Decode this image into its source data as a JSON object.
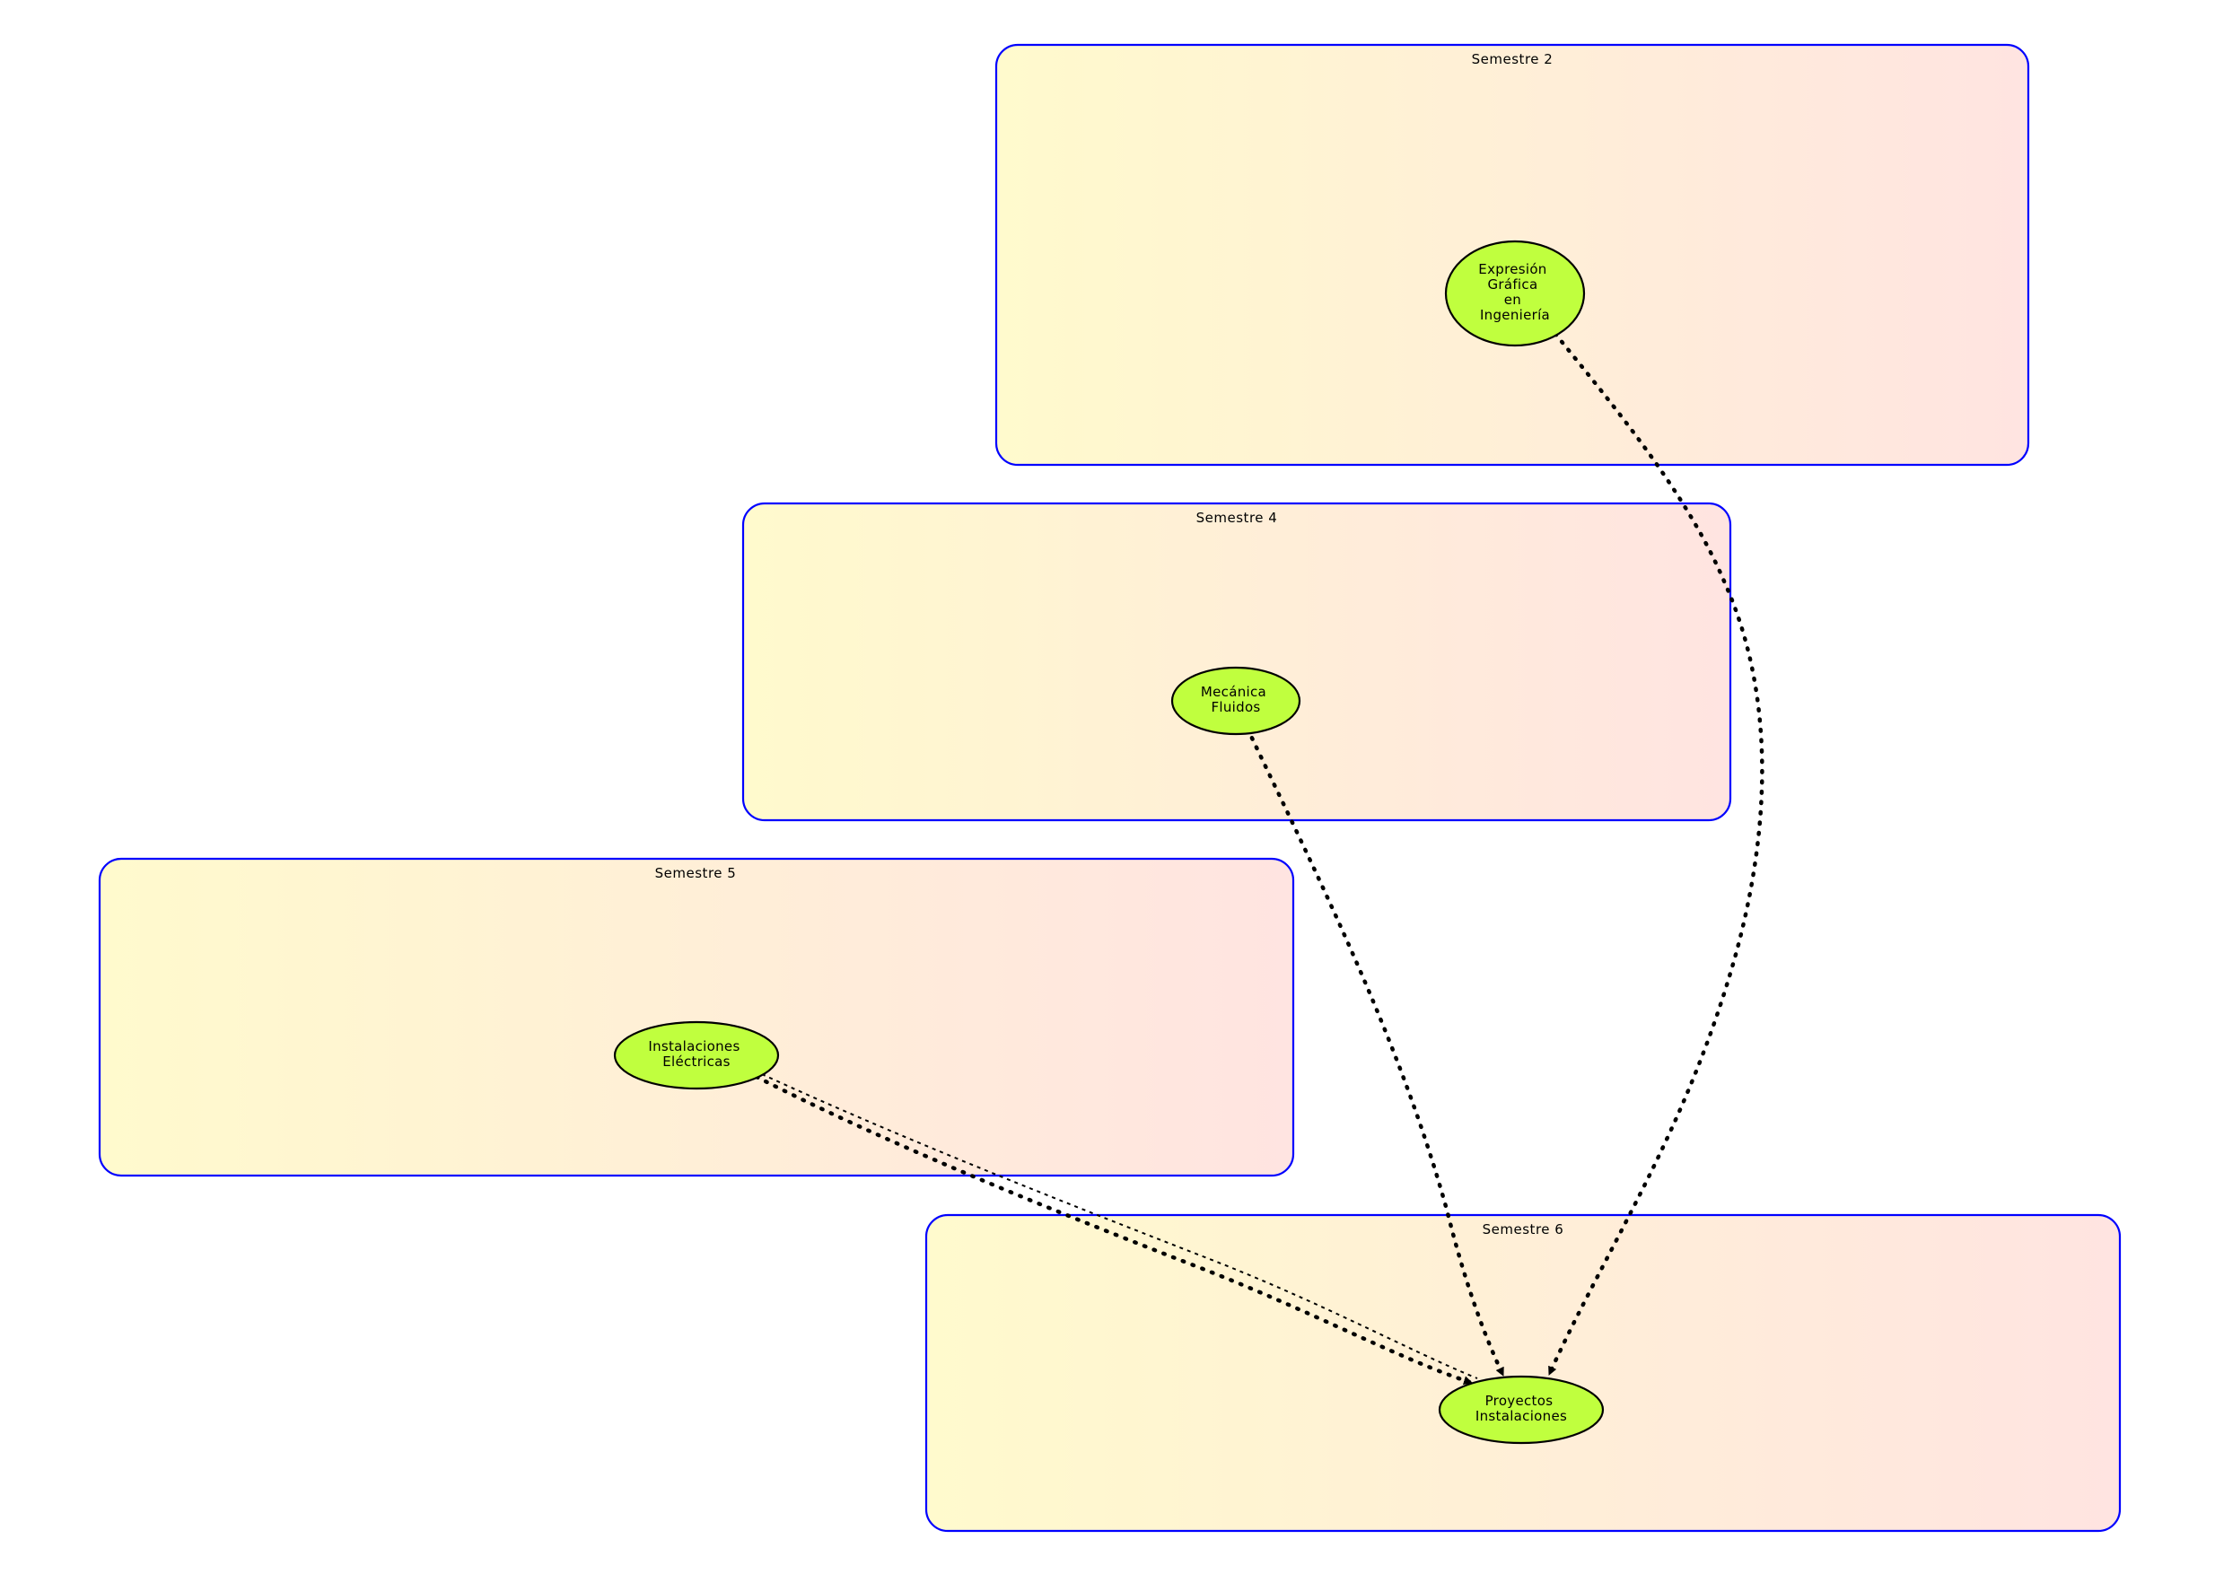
{
  "colors": {
    "cluster_border": "#0000ff",
    "cluster_fill_start": "#fffacd",
    "cluster_fill_end": "#ffe4e1",
    "node_fill": "#c0ff3e",
    "node_border": "#000000",
    "edge": "#000000"
  },
  "clusters": [
    {
      "id": "sem2",
      "label": "Semestre 2"
    },
    {
      "id": "sem4",
      "label": "Semestre 4"
    },
    {
      "id": "sem5",
      "label": "Semestre 5"
    },
    {
      "id": "sem6",
      "label": "Semestre 6"
    }
  ],
  "nodes": [
    {
      "id": "expresion",
      "cluster": "sem2",
      "lines": [
        "Expresión",
        "Gráfica",
        "en",
        "Ingeniería"
      ]
    },
    {
      "id": "mecanica",
      "cluster": "sem4",
      "lines": [
        "Mecánica",
        "Fluidos"
      ]
    },
    {
      "id": "instalaciones",
      "cluster": "sem5",
      "lines": [
        "Instalaciones",
        "Eléctricas"
      ]
    },
    {
      "id": "proyectos",
      "cluster": "sem6",
      "lines": [
        "Proyectos",
        "Instalaciones"
      ]
    }
  ],
  "edges": [
    {
      "from": "expresion",
      "to": "proyectos",
      "style": "dotted"
    },
    {
      "from": "mecanica",
      "to": "proyectos",
      "style": "dotted"
    },
    {
      "from": "instalaciones",
      "to": "proyectos",
      "style": "dotted"
    },
    {
      "from": "instalaciones",
      "to": "proyectos",
      "style": "dotted-thin"
    }
  ]
}
